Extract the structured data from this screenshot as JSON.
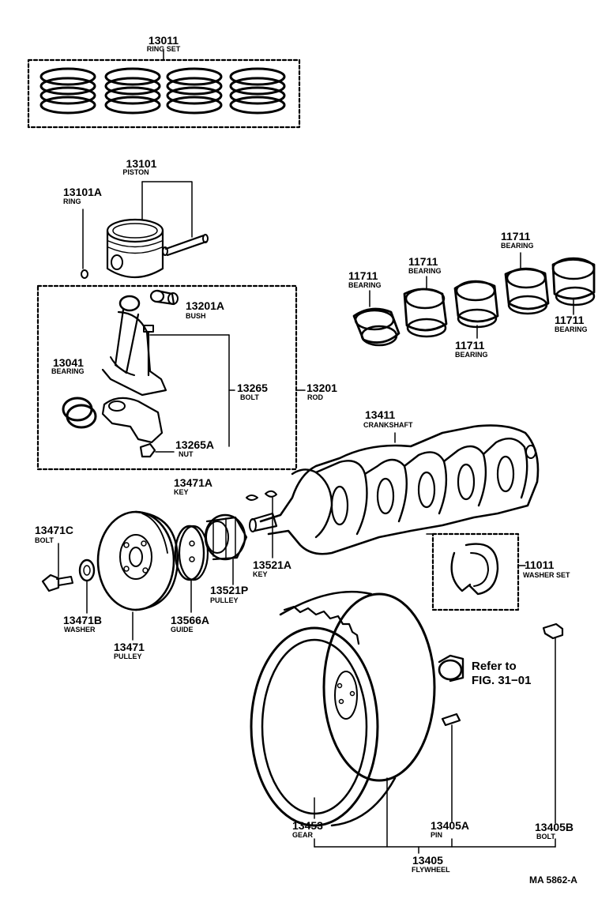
{
  "parts": {
    "ring_set": {
      "number": "13011",
      "name": "RING SET"
    },
    "piston": {
      "number": "13101",
      "name": "PISTON"
    },
    "piston_ring": {
      "number": "13101A",
      "name": "RING"
    },
    "bush": {
      "number": "13201A",
      "name": "BUSH"
    },
    "rod_bearing": {
      "number": "13041",
      "name": "BEARING"
    },
    "rod_bolt": {
      "number": "13265",
      "name": "BOLT"
    },
    "rod": {
      "number": "13201",
      "name": "ROD"
    },
    "rod_nut": {
      "number": "13265A",
      "name": "NUT"
    },
    "main_bearing_1": {
      "number": "11711",
      "name": "BEARING"
    },
    "main_bearing_2": {
      "number": "11711",
      "name": "BEARING"
    },
    "main_bearing_3": {
      "number": "11711",
      "name": "BEARING"
    },
    "main_bearing_4": {
      "number": "11711",
      "name": "BEARING"
    },
    "main_bearing_5": {
      "number": "11711",
      "name": "BEARING"
    },
    "crankshaft": {
      "number": "13411",
      "name": "CRANKSHAFT"
    },
    "key_a": {
      "number": "13471A",
      "name": "KEY"
    },
    "bolt_c": {
      "number": "13471C",
      "name": "BOLT"
    },
    "key_b": {
      "number": "13521A",
      "name": "KEY"
    },
    "washer_set": {
      "number": "11011",
      "name": "WASHER SET"
    },
    "washer": {
      "number": "13471B",
      "name": "WASHER"
    },
    "pulley_main": {
      "number": "13471",
      "name": "PULLEY"
    },
    "guide": {
      "number": "13566A",
      "name": "GUIDE"
    },
    "pulley_small": {
      "number": "13521P",
      "name": "PULLEY"
    },
    "gear": {
      "number": "13453",
      "name": "GEAR"
    },
    "pin": {
      "number": "13405A",
      "name": "PIN"
    },
    "flywheel_bolt": {
      "number": "13405B",
      "name": "BOLT"
    },
    "flywheel": {
      "number": "13405",
      "name": "FLYWHEEL"
    }
  },
  "reference": {
    "line1": "Refer to",
    "line2": "FIG. 31−01"
  },
  "figure_code": "MA 5862-A"
}
